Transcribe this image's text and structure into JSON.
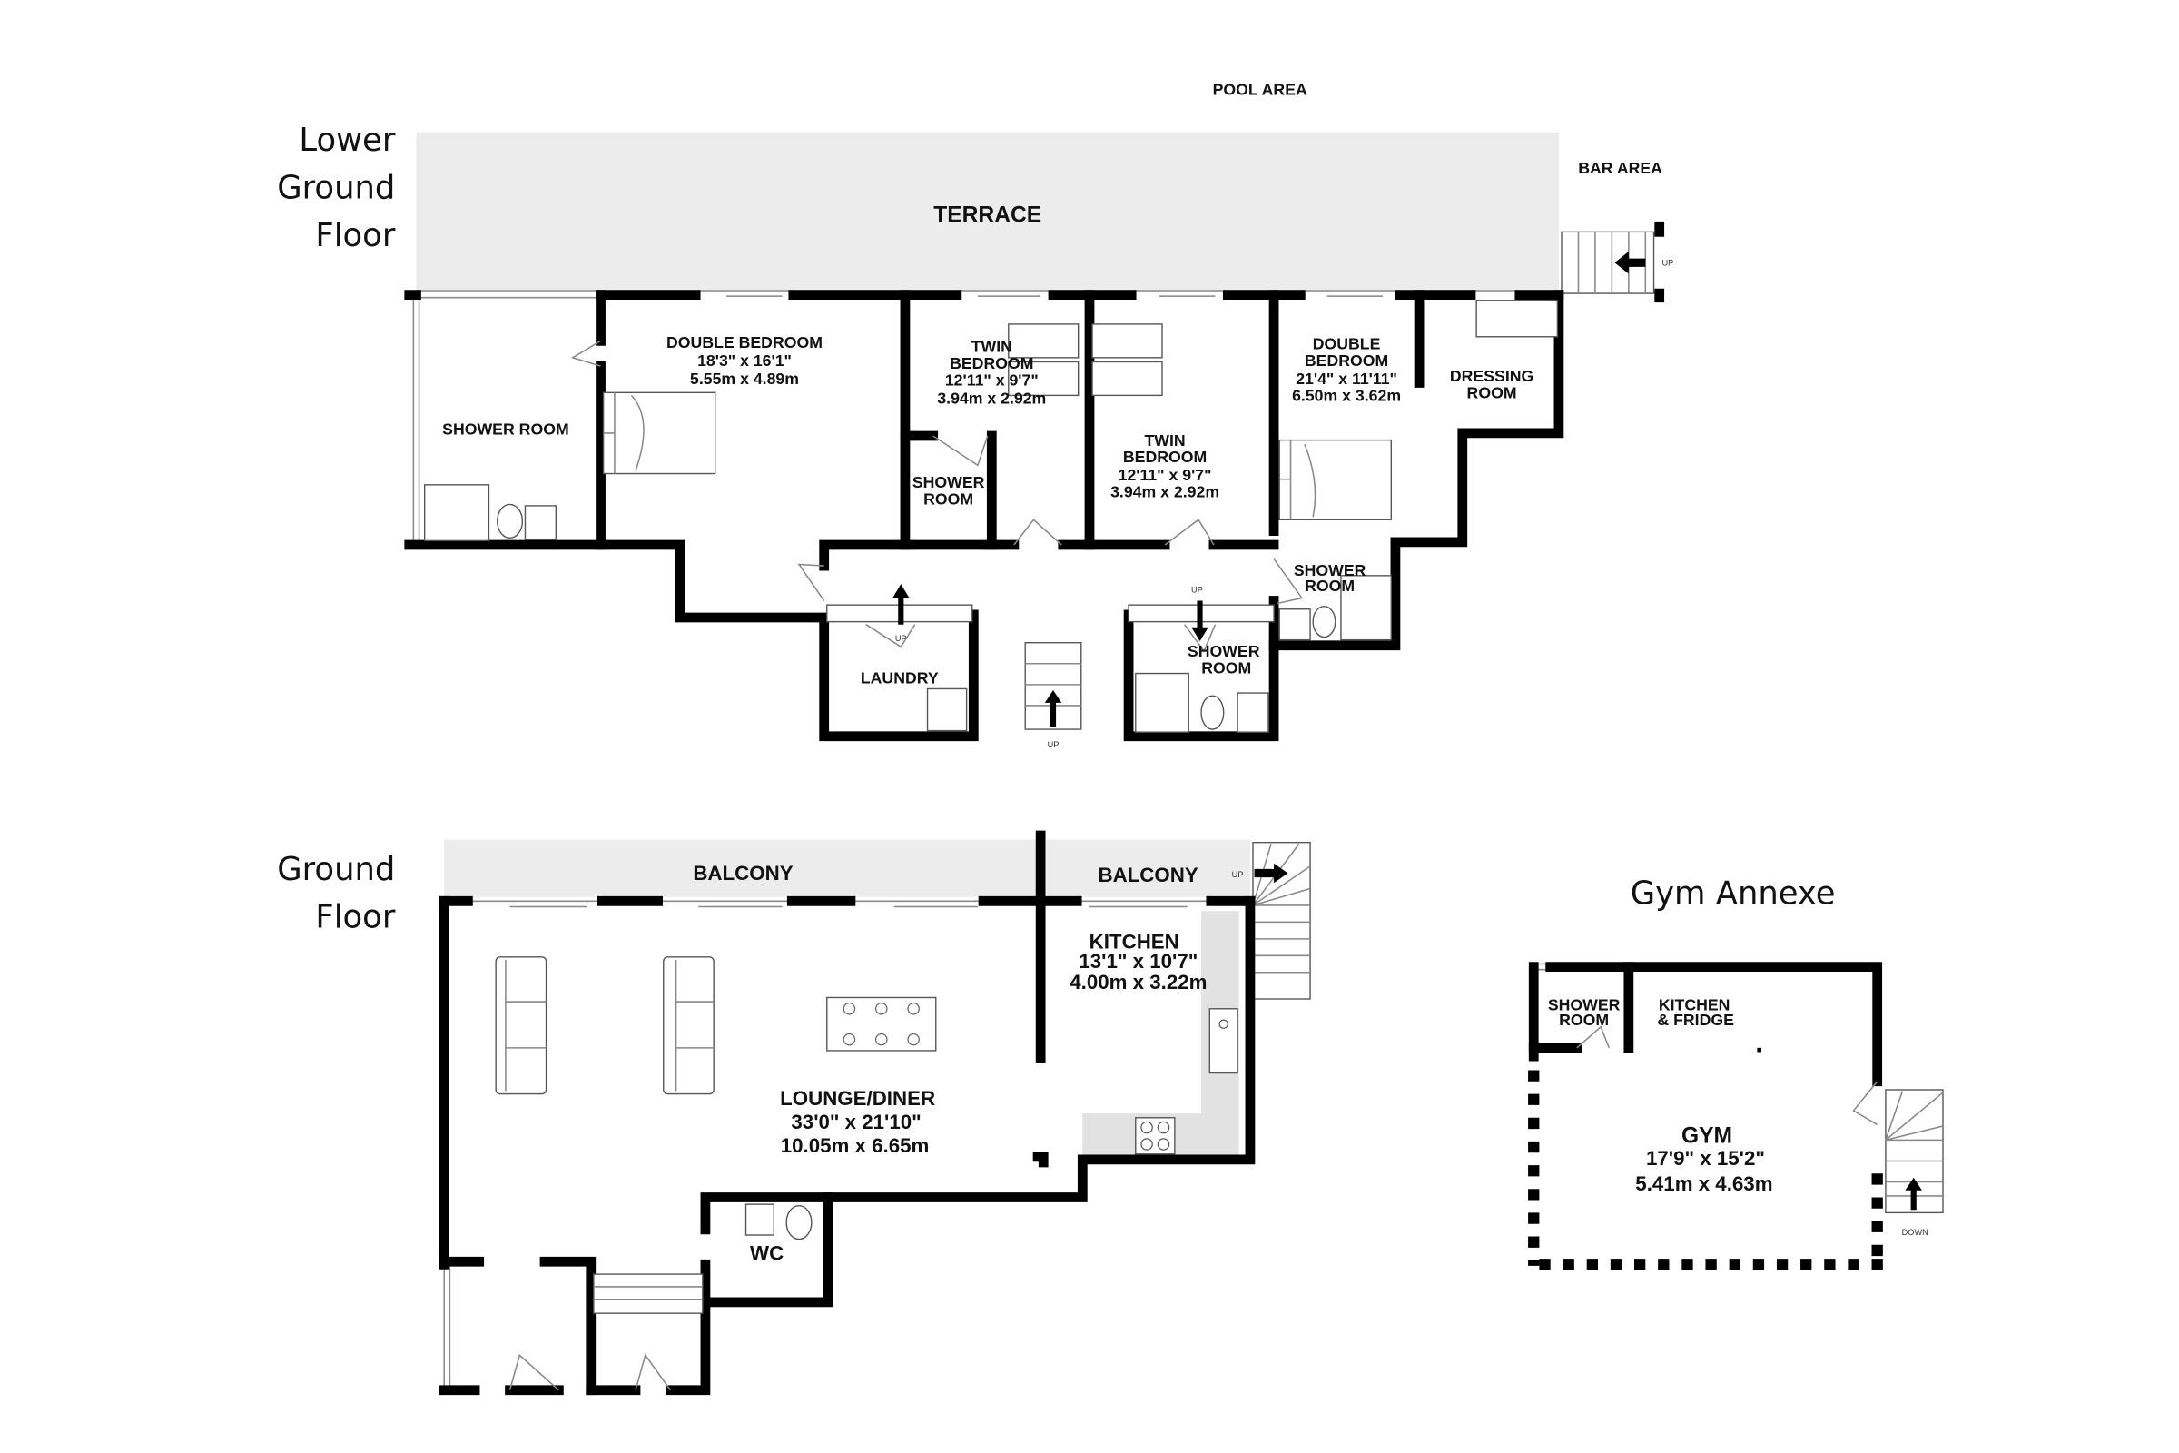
{
  "floors": {
    "lower_ground": {
      "label_lines": [
        "Lower",
        "Ground",
        "Floor"
      ],
      "outside": {
        "pool_area": "POOL AREA",
        "bar_area": "BAR AREA",
        "terrace": "TERRACE"
      },
      "rooms": {
        "shower_room_1": {
          "name": "SHOWER ROOM"
        },
        "double_bedroom_1": {
          "name": "DOUBLE BEDROOM",
          "imperial": "18'3\"  x 16'1\"",
          "metric": "5.55m  x 4.89m"
        },
        "twin_bedroom_1": {
          "name_lines": [
            "TWIN",
            "BEDROOM"
          ],
          "imperial": "12'11\"  x 9'7\"",
          "metric": "3.94m  x 2.92m"
        },
        "shower_room_2": {
          "name_lines": [
            "SHOWER",
            "ROOM"
          ]
        },
        "twin_bedroom_2": {
          "name_lines": [
            "TWIN",
            "BEDROOM"
          ],
          "imperial": "12'11\"  x 9'7\"",
          "metric": "3.94m  x 2.92m"
        },
        "double_bedroom_2": {
          "name_lines": [
            "DOUBLE",
            "BEDROOM"
          ],
          "imperial": "21'4\"  x 11'11\"",
          "metric": "6.50m  x 3.62m"
        },
        "dressing_room": {
          "name_lines": [
            "DRESSING",
            "ROOM"
          ]
        },
        "shower_room_3": {
          "name_lines": [
            "SHOWER",
            "ROOM"
          ]
        },
        "shower_room_4": {
          "name_lines": [
            "SHOWER",
            "ROOM"
          ]
        },
        "laundry": {
          "name": "LAUNDRY"
        }
      },
      "stair_labels": [
        "UP",
        "UP",
        "UP",
        "UP"
      ]
    },
    "ground": {
      "label_lines": [
        "Ground",
        "Floor"
      ],
      "balconies": [
        "BALCONY",
        "BALCONY"
      ],
      "stair_label": "UP",
      "rooms": {
        "kitchen": {
          "name": "KITCHEN",
          "imperial": "13'1\"  x 10'7\"",
          "metric": "4.00m  x 3.22m"
        },
        "lounge_diner": {
          "name": "LOUNGE/DINER",
          "imperial": "33'0\"  x 21'10\"",
          "metric": "10.05m  x 6.65m"
        },
        "wc": {
          "name": "WC"
        }
      }
    },
    "gym_annexe": {
      "label": "Gym Annexe",
      "stair_label": "DOWN",
      "rooms": {
        "shower_room": {
          "name_lines": [
            "SHOWER",
            "ROOM"
          ]
        },
        "kitchen_fridge": {
          "name_lines": [
            "KITCHEN",
            "& FRIDGE"
          ]
        },
        "gym": {
          "name": "GYM",
          "imperial": "17'9\"  x 15'2\"",
          "metric": "5.41m  x 4.63m"
        }
      }
    }
  },
  "colors": {
    "wall": "#000000",
    "outdoor_area": "#ececec",
    "counter": "#e2e2e2"
  }
}
